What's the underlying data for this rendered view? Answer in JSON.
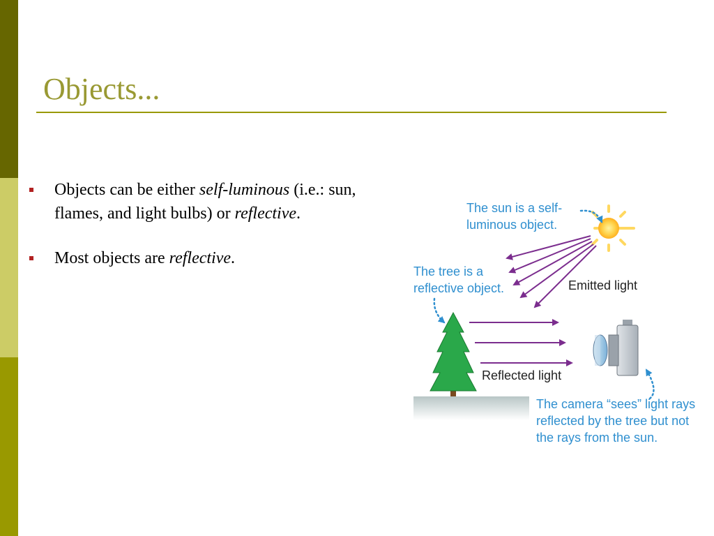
{
  "slide": {
    "title": "Objects...",
    "bullets": [
      {
        "text_before": "Objects can be either ",
        "emphasis": "self-luminous",
        "text_middle": " (i.e.: sun, flames, and light bulbs) or ",
        "emphasis_2": "reflective",
        "text_after": "."
      },
      {
        "text_before": "Most objects are ",
        "emphasis": "reflective",
        "text_after": "."
      }
    ]
  },
  "figure": {
    "sun_caption_1": "The sun is a self-",
    "sun_caption_2": "luminous object.",
    "tree_caption_1": "The tree is a",
    "tree_caption_2": "reflective object.",
    "emitted_label": "Emitted light",
    "reflected_label": "Reflected light",
    "camera_caption_1": "The camera “sees” light rays",
    "camera_caption_2": "reflected by the tree but not",
    "camera_caption_3": "the rays from the sun."
  },
  "colors": {
    "title": "#999933",
    "sidebar_dark": "#666600",
    "sidebar_light": "#cccc66",
    "sidebar_mid": "#999900",
    "bullet": "#b22222",
    "caption_blue": "#2f8fcf",
    "ray_purple": "#7b2d8e",
    "tree_green": "#2aa84a"
  }
}
